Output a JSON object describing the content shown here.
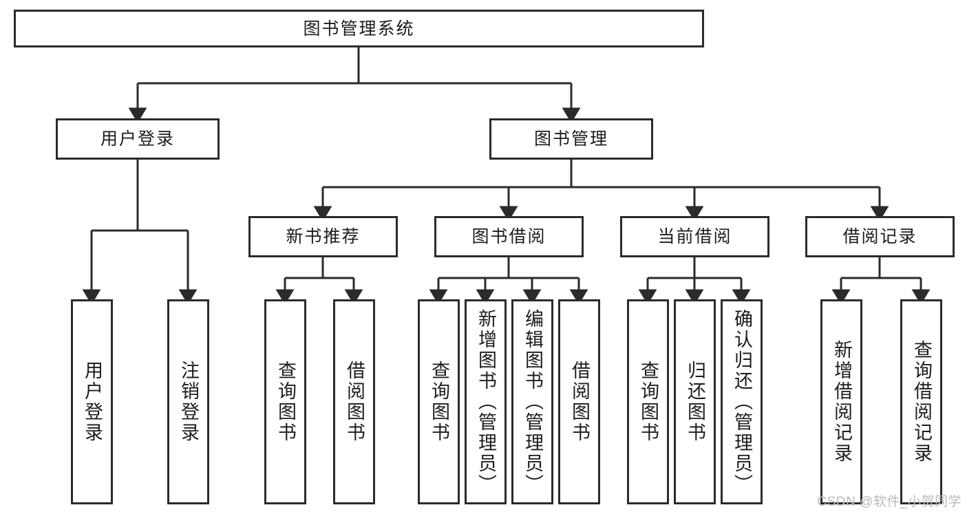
{
  "diagram": {
    "title": "图书管理系统",
    "type": "hierarchy-tree",
    "watermark": "CSDN @软件_小贺同学",
    "colors": {
      "box_border": "#2b2b2b",
      "box_fill": "#ffffff",
      "connector": "#2b2b2b",
      "background": "#ffffff",
      "watermark": "#b9b9b9"
    },
    "nodes": {
      "root": {
        "label": "图书管理系统",
        "orientation": "horizontal"
      },
      "level2": [
        {
          "id": "user-login",
          "label": "用户登录",
          "orientation": "horizontal"
        },
        {
          "id": "book-management",
          "label": "图书管理",
          "orientation": "horizontal"
        }
      ],
      "level3": [
        {
          "id": "new-book-recommend",
          "label": "新书推荐",
          "orientation": "horizontal"
        },
        {
          "id": "book-borrow",
          "label": "图书借阅",
          "orientation": "horizontal"
        },
        {
          "id": "current-borrow",
          "label": "当前借阅",
          "orientation": "horizontal"
        },
        {
          "id": "borrow-record",
          "label": "借阅记录",
          "orientation": "horizontal"
        }
      ],
      "leaves": {
        "user-login": [
          {
            "id": "leaf-user-login",
            "label": "用户登录",
            "orientation": "vertical"
          },
          {
            "id": "leaf-user-logout",
            "label": "注销登录",
            "orientation": "vertical"
          }
        ],
        "new-book-recommend": [
          {
            "id": "leaf-query-book-1",
            "label": "查询图书",
            "orientation": "vertical"
          },
          {
            "id": "leaf-borrow-book-1",
            "label": "借阅图书",
            "orientation": "vertical"
          }
        ],
        "book-borrow": [
          {
            "id": "leaf-query-book-2",
            "label": "查询图书",
            "orientation": "vertical"
          },
          {
            "id": "leaf-add-book",
            "label": "新增图书（管理员）",
            "orientation": "vertical"
          },
          {
            "id": "leaf-edit-book",
            "label": "编辑图书（管理员）",
            "orientation": "vertical"
          },
          {
            "id": "leaf-borrow-book-2",
            "label": "借阅图书",
            "orientation": "vertical"
          }
        ],
        "current-borrow": [
          {
            "id": "leaf-query-book-3",
            "label": "查询图书",
            "orientation": "vertical"
          },
          {
            "id": "leaf-return-book",
            "label": "归还图书",
            "orientation": "vertical"
          },
          {
            "id": "leaf-confirm-return",
            "label": "确认归还（管理员）",
            "orientation": "vertical"
          }
        ],
        "borrow-record": [
          {
            "id": "leaf-add-record",
            "label": "新增借阅记录",
            "orientation": "vertical"
          },
          {
            "id": "leaf-query-record",
            "label": "查询借阅记录",
            "orientation": "vertical"
          }
        ]
      }
    }
  }
}
